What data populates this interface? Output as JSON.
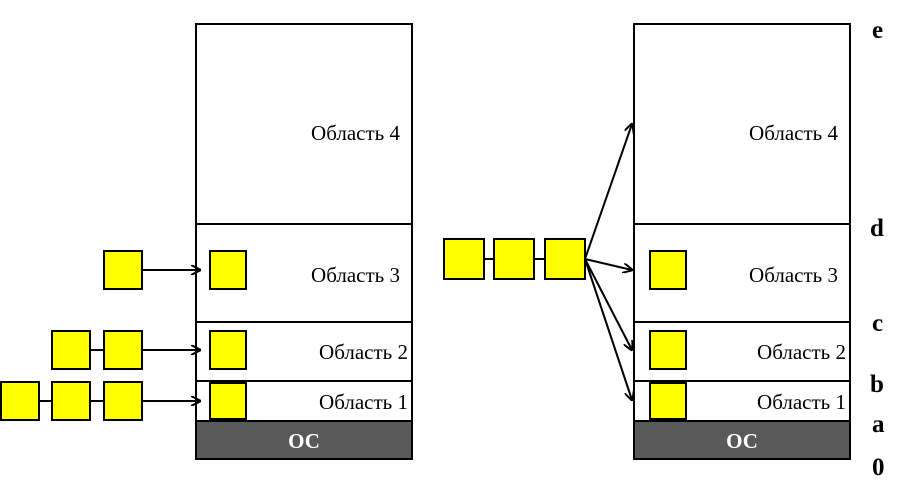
{
  "colors": {
    "task_fill": "#ffff00",
    "task_stroke": "#000000",
    "os_fill": "#595959",
    "os_text": "#ffffff",
    "region_fill": "#ffffff"
  },
  "left_memory": {
    "regions": [
      {
        "label": "Область 4"
      },
      {
        "label": "Область 3"
      },
      {
        "label": "Область 2"
      },
      {
        "label": "Область 1"
      }
    ],
    "os_label": "ОС"
  },
  "right_memory": {
    "regions": [
      {
        "label": "Область 4"
      },
      {
        "label": "Область 3"
      },
      {
        "label": "Область 2"
      },
      {
        "label": "Область 1"
      }
    ],
    "os_label": "ОС"
  },
  "address_marks": [
    "e",
    "d",
    "c",
    "b",
    "a",
    "0"
  ],
  "left_queues": [
    {
      "target": "Область 3",
      "waiting_tasks": 1,
      "loaded_task": true
    },
    {
      "target": "Область 2",
      "waiting_tasks": 2,
      "loaded_task": true
    },
    {
      "target": "Область 1",
      "waiting_tasks": 3,
      "loaded_task": true
    }
  ],
  "right_queue": {
    "waiting_tasks": 3,
    "targets": [
      "Область 4",
      "Область 3",
      "Область 2",
      "Область 1"
    ],
    "loaded_in": [
      "Область 3",
      "Область 2",
      "Область 1"
    ]
  }
}
